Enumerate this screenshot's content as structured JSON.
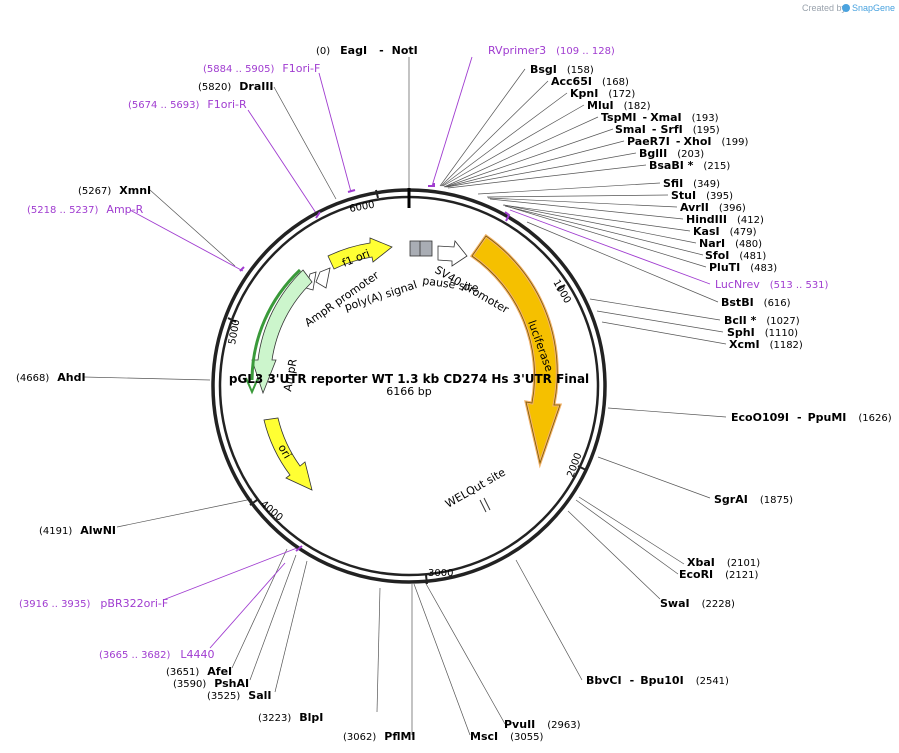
{
  "credit": {
    "prefix": "Created by",
    "brand": "SnapGene",
    "brand_color": "#4aa3df"
  },
  "plasmid": {
    "name": "pGL3 3'UTR reporter WT 1.3 kb CD274 Hs 3'UTR Final",
    "size_text": "6166 bp",
    "length": 6166
  },
  "ticks": [
    "1000",
    "2000",
    "3000",
    "4000",
    "5000",
    "6000"
  ],
  "sites": [
    {
      "name": "EagI",
      "name2": "NotI",
      "pos": "(0)"
    },
    {
      "name": "BsgI",
      "pos": "(158)"
    },
    {
      "name": "Acc65I",
      "pos": "(168)"
    },
    {
      "name": "KpnI",
      "pos": "(172)"
    },
    {
      "name": "MluI",
      "pos": "(182)"
    },
    {
      "name": "TspMI",
      "name2": "XmaI",
      "pos": "(193)"
    },
    {
      "name": "SmaI",
      "name2": "SrfI",
      "pos": "(195)"
    },
    {
      "name": "PaeR7I",
      "name2": "XhoI",
      "pos": "(199)"
    },
    {
      "name": "BglII",
      "pos": "(203)"
    },
    {
      "name": "BsaBI *",
      "pos": "(215)"
    },
    {
      "name": "SfiI",
      "pos": "(349)"
    },
    {
      "name": "StuI",
      "pos": "(395)"
    },
    {
      "name": "AvrII",
      "pos": "(396)"
    },
    {
      "name": "HindIII",
      "pos": "(412)"
    },
    {
      "name": "KasI",
      "pos": "(479)"
    },
    {
      "name": "NarI",
      "pos": "(480)"
    },
    {
      "name": "SfoI",
      "pos": "(481)"
    },
    {
      "name": "PluTI",
      "pos": "(483)"
    },
    {
      "name": "BstBI",
      "pos": "(616)"
    },
    {
      "name": "BclI *",
      "pos": "(1027)"
    },
    {
      "name": "SphI",
      "pos": "(1110)"
    },
    {
      "name": "XcmI",
      "pos": "(1182)"
    },
    {
      "name": "EcoO109I",
      "name2": "PpuMI",
      "pos": "(1626)"
    },
    {
      "name": "SgrAI",
      "pos": "(1875)"
    },
    {
      "name": "XbaI",
      "pos": "(2101)"
    },
    {
      "name": "EcoRI",
      "pos": "(2121)"
    },
    {
      "name": "SwaI",
      "pos": "(2228)"
    },
    {
      "name": "BbvCI",
      "name2": "Bpu10I",
      "pos": "(2541)"
    },
    {
      "name": "PvuII",
      "pos": "(2963)"
    },
    {
      "name": "MscI",
      "pos": "(3055)"
    },
    {
      "name": "PflMI",
      "pos": "(3062)"
    },
    {
      "name": "BlpI",
      "pos": "(3223)"
    },
    {
      "name": "SalI",
      "pos": "(3525)"
    },
    {
      "name": "PshAI",
      "pos": "(3590)"
    },
    {
      "name": "AfeI",
      "pos": "(3651)"
    },
    {
      "name": "AlwNI",
      "pos": "(4191)"
    },
    {
      "name": "AhdI",
      "pos": "(4668)"
    },
    {
      "name": "XmnI",
      "pos": "(5267)"
    },
    {
      "name": "DraIII",
      "pos": "(5820)"
    }
  ],
  "primers": [
    {
      "name": "RVprimer3",
      "range": "(109 .. 128)"
    },
    {
      "name": "LucNrev",
      "range": "(513 .. 531)"
    },
    {
      "name": "pBR322ori-F",
      "range": "(3916 .. 3935)"
    },
    {
      "name": "L4440",
      "range": "(3665 .. 3682)"
    },
    {
      "name": "Amp-R",
      "range": "(5218 .. 5237)"
    },
    {
      "name": "F1ori-R",
      "range": "(5674 .. 5693)"
    },
    {
      "name": "F1ori-F",
      "range": "(5884 .. 5905)"
    }
  ],
  "features": [
    {
      "label": "luciferase",
      "color": "#f5c000"
    },
    {
      "label": "SV40 promoter",
      "color": "#ffffff"
    },
    {
      "label": "pause site",
      "color": "#a9adb4"
    },
    {
      "label": "f1 ori",
      "color": "#ffff33"
    },
    {
      "label": "poly(A) signal",
      "color": "#ffffff"
    },
    {
      "label": "AmpR promoter",
      "color": "#ffffff"
    },
    {
      "label": "AmpR",
      "color": "#ccf5cc"
    },
    {
      "label": "ori",
      "color": "#ffff33"
    },
    {
      "label": "WELQut site",
      "color": "#ffffff"
    }
  ],
  "colors": {
    "backbone": "#222222",
    "primer": "#a03cd0",
    "luciferase_highlight": "#f3b36b",
    "ampr_highlight": "#3a9a3a"
  }
}
